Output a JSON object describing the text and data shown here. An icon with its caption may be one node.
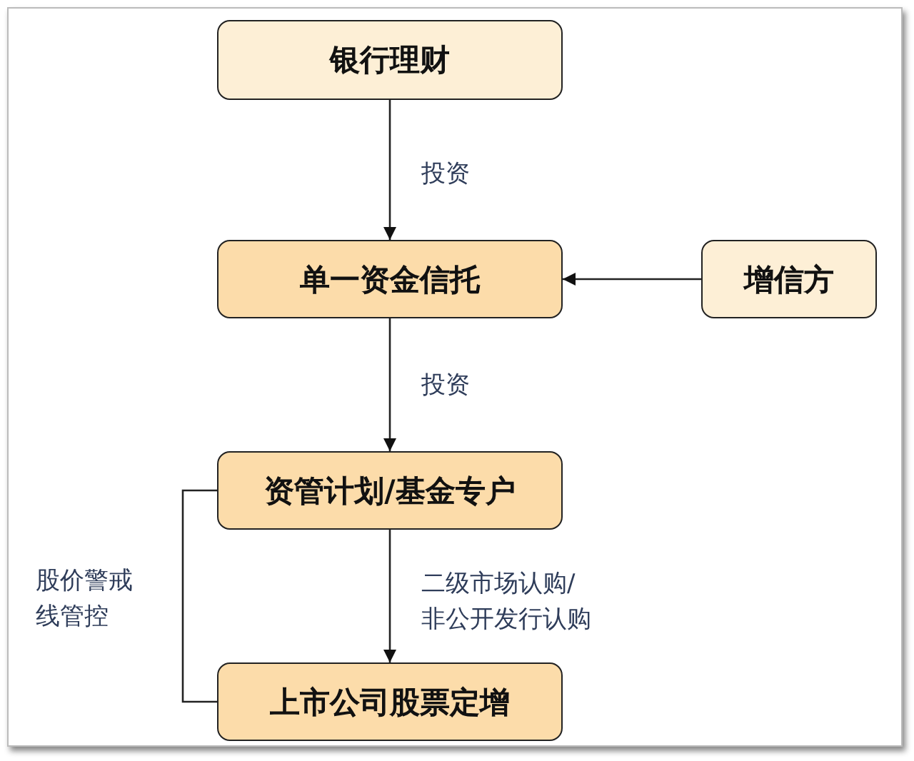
{
  "diagram": {
    "nodes": [
      {
        "text": [
          "银行理财"
        ]
      },
      {
        "text": [
          "单一资金信托"
        ]
      },
      {
        "text": [
          "资管计划/基金专户"
        ]
      },
      {
        "text": [
          "上市公司股票定增"
        ]
      },
      {
        "text": [
          "增信方"
        ]
      }
    ],
    "edges": [
      {
        "from": 0,
        "to": 1,
        "arrow": "to",
        "label": "投资"
      },
      {
        "from": 4,
        "to": 1,
        "arrow": "to"
      },
      {
        "from": 1,
        "to": 2,
        "arrow": "to",
        "label": "投资"
      },
      {
        "from": 2,
        "to": 3,
        "arrow": "to",
        "label": "二级市场认购/非公开发行认购"
      },
      {
        "from": 2,
        "to": 3,
        "arrow": "none",
        "label": "股价警戒线管控"
      }
    ]
  }
}
